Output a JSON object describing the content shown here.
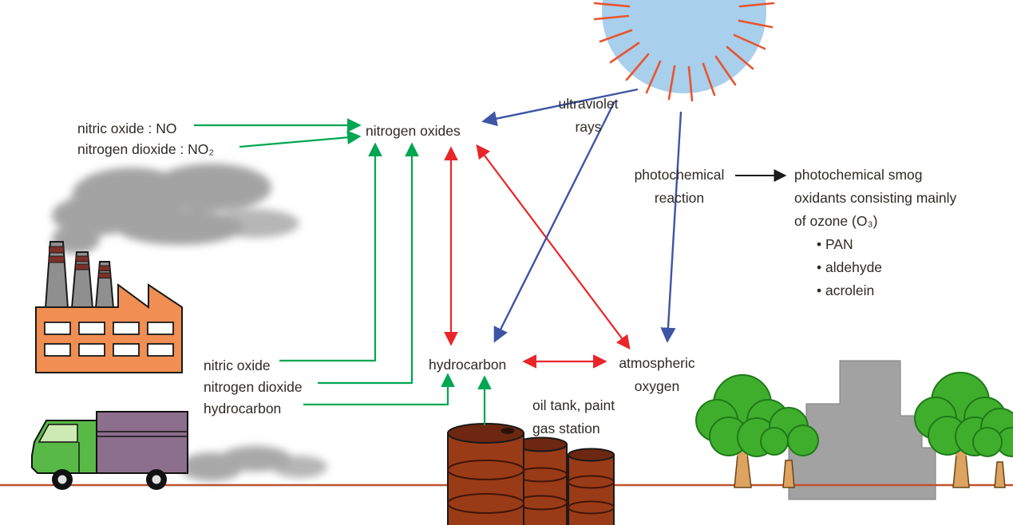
{
  "colors": {
    "green": "#00a651",
    "red": "#e8262a",
    "blue": "#3c55a5",
    "text": "#2e2a26",
    "ground": "#c0522e",
    "sun_fill": "#a8cfec",
    "sun_ray": "#e8552e",
    "factory_body": "#f08e53",
    "smoke": "#9a9a9a",
    "barrel": "#993b16",
    "barrel_dark": "#6e2710",
    "tree_green": "#3fae2c",
    "building_gray": "#a2a2a2",
    "truck_cab": "#58b947",
    "truck_trailer": "#8c6f8c"
  },
  "nodes": {
    "nitrogen_oxides": "nitrogen oxides",
    "hydrocarbon": "hydrocarbon",
    "atmospheric_oxygen_line1": "atmospheric",
    "atmospheric_oxygen_line2": "oxygen"
  },
  "inputs_top": {
    "nitric_oxide": "nitric oxide : NO",
    "nitrogen_dioxide": "nitrogen dioxide : NO₂"
  },
  "sun": {
    "label_line1": "ultraviolet",
    "label_line2": "rays"
  },
  "reaction": {
    "line1": "photochemical",
    "line2": "reaction"
  },
  "smog": {
    "line1": "photochemical smog",
    "line2": "oxidants consisting mainly",
    "line3": "of ozone (O₃)",
    "bullets": [
      "PAN",
      "aldehyde",
      "acrolein"
    ]
  },
  "sources": {
    "nitric_oxide": "nitric oxide",
    "nitrogen_dioxide": "nitrogen dioxide",
    "hydrocarbon": "hydrocarbon"
  },
  "oil": {
    "line1": "oil tank, paint",
    "line2": "gas station"
  }
}
